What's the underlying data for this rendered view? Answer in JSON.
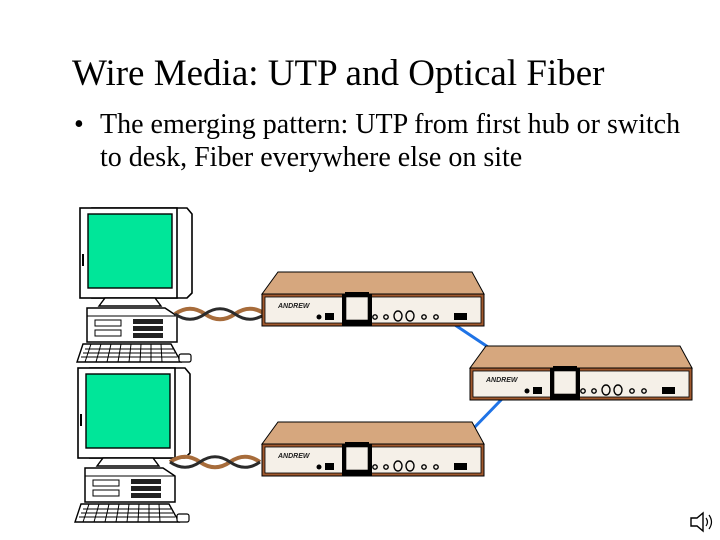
{
  "slide": {
    "title": "Wire Media: UTP and Optical Fiber",
    "bullet": "The emerging pattern: UTP from first hub or switch to desk, Fiber everywhere else on site",
    "bullet_marker": "•"
  },
  "devices": {
    "brand_label_1": "ANDREW",
    "brand_label_2": "ANDREW",
    "brand_label_3": "ANDREW"
  },
  "colors": {
    "screen": "#00e699",
    "device_body": "#a0592e",
    "device_top": "#d6a77e",
    "fiber": "#1f73e6",
    "utp_light": "#a76c3b",
    "utp_dark": "#2b2b2b"
  },
  "icons": [
    "computer-icon",
    "network-hub-icon",
    "speaker-icon"
  ]
}
